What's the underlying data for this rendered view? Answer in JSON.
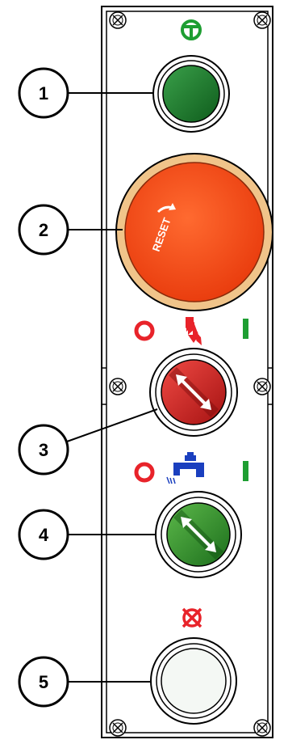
{
  "callouts": [
    {
      "id": "1",
      "label": "1"
    },
    {
      "id": "2",
      "label": "2"
    },
    {
      "id": "3",
      "label": "3"
    },
    {
      "id": "4",
      "label": "4"
    },
    {
      "id": "5",
      "label": "5"
    }
  ],
  "reset_label": "RESET",
  "symbols": {
    "off_mark": "O",
    "on_mark": "I"
  },
  "colors": {
    "panel_outline": "#000000",
    "green_button": "#1f7a2b",
    "estop_red": "#ff4a10",
    "estop_collar": "#f0c48a",
    "red_selector": "#d8201f",
    "green_selector": "#2e8b2e",
    "white_button": "#f4f8f4",
    "symbol_red": "#e8232a",
    "symbol_green": "#1e9e32",
    "symbol_blue": "#1a3fbf"
  }
}
